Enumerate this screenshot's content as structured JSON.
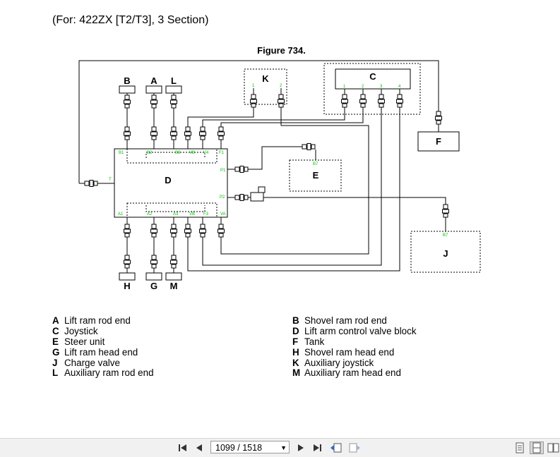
{
  "header": {
    "text": "(For: 422ZX [T2/T3], 3 Section)"
  },
  "figure": {
    "title": "Figure 734."
  },
  "diagram": {
    "component_labels": {
      "A": "A",
      "B": "B",
      "C": "C",
      "D": "D",
      "E": "E",
      "F": "F",
      "G": "G",
      "H": "H",
      "J": "J",
      "K": "K",
      "L": "L",
      "M": "M"
    },
    "port_labels": {
      "B1": "B1",
      "B2": "B2",
      "B3": "B3",
      "VB_top": "VB",
      "V4": "V4",
      "F1_top": "F1",
      "A1": "A1",
      "A2": "A2",
      "A3": "A3",
      "VB_bot": "VB",
      "F3": "F3",
      "VA": "VA",
      "P1": "P1",
      "P2": "P2",
      "T": "T",
      "K1": "1",
      "K2": "2",
      "C1": "1",
      "C2": "2",
      "C3": "3",
      "C4": "4",
      "E_port": "B7",
      "J_port": "B7"
    }
  },
  "legend": {
    "left": [
      {
        "key": "A",
        "desc": "Lift ram rod end"
      },
      {
        "key": "C",
        "desc": "Joystick"
      },
      {
        "key": "E",
        "desc": "Steer unit"
      },
      {
        "key": "G",
        "desc": "Lift ram head end"
      },
      {
        "key": "J",
        "desc": "Charge valve"
      },
      {
        "key": "L",
        "desc": "Auxiliary ram rod end"
      }
    ],
    "right": [
      {
        "key": "B",
        "desc": "Shovel ram rod end"
      },
      {
        "key": "D",
        "desc": "Lift arm control valve block"
      },
      {
        "key": "F",
        "desc": "Tank"
      },
      {
        "key": "H",
        "desc": "Shovel ram head end"
      },
      {
        "key": "K",
        "desc": "Auxiliary joystick"
      },
      {
        "key": "M",
        "desc": "Auxiliary ram head end"
      }
    ]
  },
  "toolbar": {
    "page_value": "1099 / 1518",
    "icons": [
      "first-page-icon",
      "prev-page-icon",
      "next-page-icon",
      "last-page-icon",
      "back-view-icon",
      "forward-view-icon",
      "single-page-icon",
      "continuous-page-icon",
      "facing-pages-icon"
    ]
  },
  "colors": {
    "port_label": "#00c000",
    "line": "#000000",
    "toolbar_bg": "#f1f1f1"
  }
}
